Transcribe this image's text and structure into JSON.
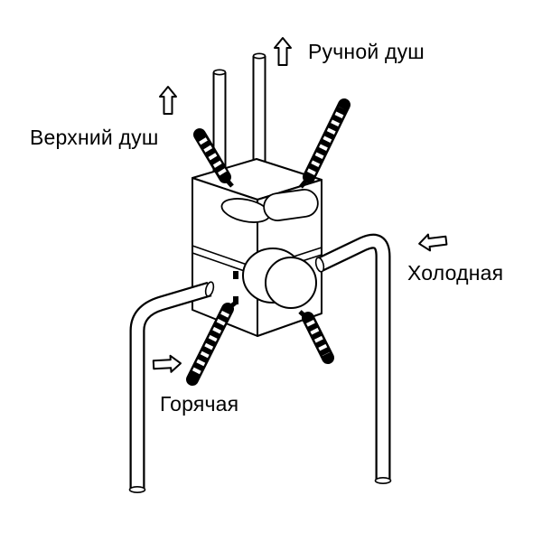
{
  "diagram": {
    "type": "plumbing-installation-schematic",
    "background_color": "#ffffff",
    "line_color": "#000000",
    "labels": {
      "hand_shower": "Ручной душ",
      "overhead_shower": "Верхний душ",
      "cold_water": "Холодная",
      "hot_water": "Горячая"
    },
    "icons": {
      "hand_shower_arrow": "up-block-arrow",
      "overhead_shower_arrow": "up-block-arrow",
      "cold_water_arrow": "left-block-arrow",
      "hot_water_arrow": "right-block-arrow"
    }
  }
}
